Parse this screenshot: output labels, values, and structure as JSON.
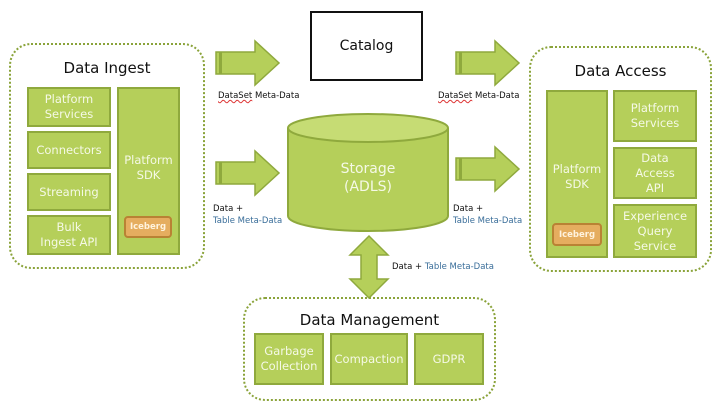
{
  "data_ingest": {
    "title": "Data Ingest",
    "items": [
      {
        "label": "Platform Services"
      },
      {
        "label": "Connectors"
      },
      {
        "label": "Streaming"
      },
      {
        "label": "Bulk Ingest API"
      }
    ],
    "sdk": {
      "label": "Platform SDK",
      "badge": "Iceberg"
    }
  },
  "catalog": {
    "label": "Catalog"
  },
  "storage": {
    "label_line1": "Storage",
    "label_line2": "(ADLS)"
  },
  "data_access": {
    "title": "Data Access",
    "sdk": {
      "label": "Platform SDK",
      "badge": "Iceberg"
    },
    "items": [
      {
        "label": "Platform Services"
      },
      {
        "label": "Data Access API"
      },
      {
        "label": "Experience Query Service"
      }
    ]
  },
  "data_management": {
    "title": "Data Management",
    "items": [
      {
        "label": "Garbage Collection"
      },
      {
        "label": "Compaction"
      },
      {
        "label": "GDPR"
      }
    ]
  },
  "flows": {
    "ingest_to_catalog": {
      "word1": "DataSet",
      "word2": " Meta-Data"
    },
    "catalog_to_access": {
      "word1": "DataSet",
      "word2": " Meta-Data"
    },
    "ingest_to_storage": {
      "line1": "Data +",
      "line2": "Table Meta-Data"
    },
    "storage_to_access": {
      "line1": "Data +",
      "line2": "Table Meta-Data"
    },
    "storage_management": {
      "part1": "Data + ",
      "part2": "Table Meta-Data"
    }
  },
  "colors": {
    "box_fill": "#b5cf5a",
    "box_border": "#8fa93d",
    "iceberg_fill": "#e5ad5f",
    "group_border": "#8aa33a",
    "label_blue": "#3a6e9a"
  }
}
